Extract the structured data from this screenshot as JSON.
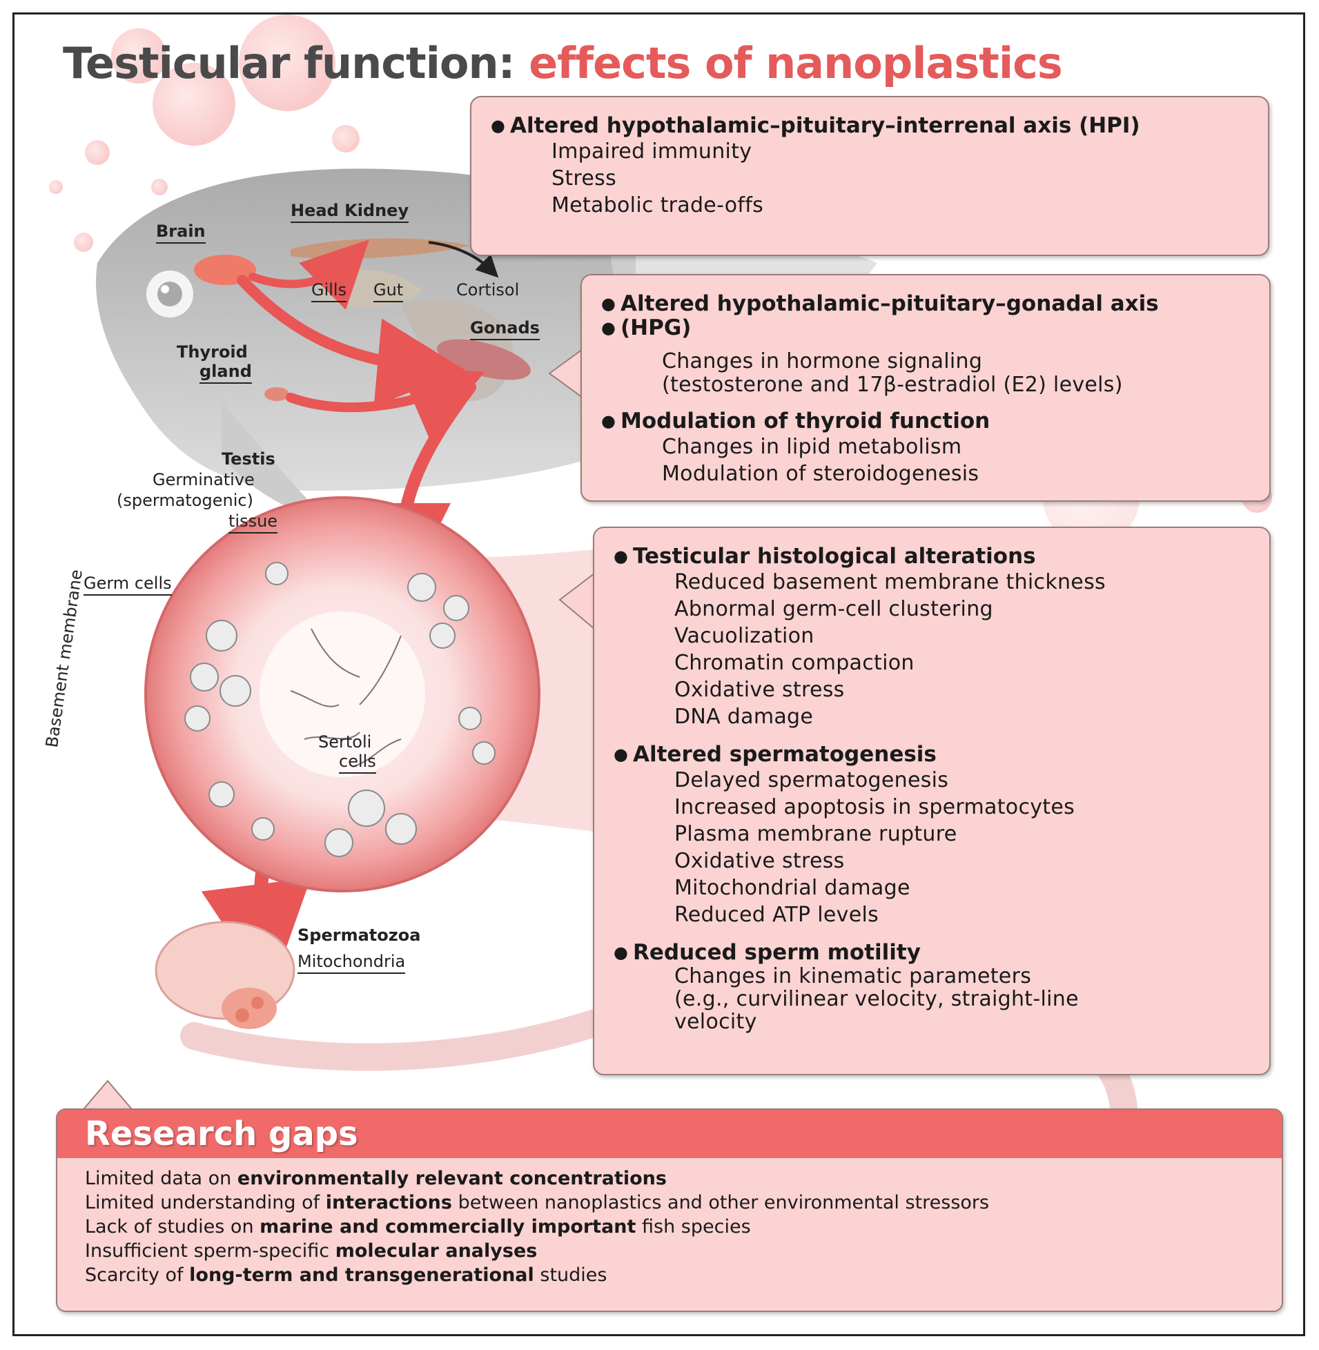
{
  "title": {
    "part1": "Testicular function:",
    "part2": "effects of nanoplastics"
  },
  "colors": {
    "accent": "#e55a5a",
    "box_fill": "#fbd3d3",
    "header_fill": "#f06a6a",
    "title_grey": "#4a4a4a"
  },
  "labels": {
    "brain": "Brain",
    "head_kidney": "Head Kidney",
    "gills": "Gills",
    "gut": "Gut",
    "cortisol": "Cortisol",
    "gonads": "Gonads",
    "thyroid1": "Thyroid",
    "thyroid2": "gland",
    "testis": "Testis",
    "germ1": "Germinative",
    "germ2": "(spermatogenic)",
    "germ3": "tissue",
    "germ_cells": "Germ cells",
    "basement": "Basement membrane",
    "sertoli1": "Sertoli",
    "sertoli2": "cells",
    "spermatozoa": "Spermatozoa",
    "mitochondria": "Mitochondria"
  },
  "box_hpi": {
    "heading": "Altered hypothalamic–pituitary–interrenal axis (HPI)",
    "items": [
      "Impaired immunity",
      "Stress",
      "Metabolic trade-offs"
    ]
  },
  "box_hpg": {
    "heading1": "Altered hypothalamic–pituitary–gonadal axis",
    "heading1b": "(HPG)",
    "items1": [
      "Changes in hormone signaling",
      "(testosterone and 17β-estradiol (E2) levels)"
    ],
    "heading2": "Modulation of thyroid function",
    "items2": [
      "Changes in lipid metabolism",
      "Modulation of steroidogenesis"
    ]
  },
  "box_testis": {
    "heading1": "Testicular histological alterations",
    "items1": [
      "Reduced basement membrane thickness",
      "Abnormal germ-cell clustering",
      "Vacuolization",
      "Chromatin compaction",
      "Oxidative stress",
      "DNA damage"
    ],
    "heading2": "Altered spermatogenesis",
    "items2": [
      "Delayed spermatogenesis",
      "Increased apoptosis in spermatocytes",
      "Plasma membrane rupture",
      "Oxidative stress",
      "Mitochondrial damage",
      "Reduced ATP levels"
    ],
    "heading3": "Reduced sperm motility",
    "items3": [
      "Changes in kinematic parameters",
      "(e.g., curvilinear velocity, straight-line",
      "velocity"
    ]
  },
  "research_gaps": {
    "heading": "Research gaps",
    "lines": [
      {
        "pre": "Limited data on ",
        "bold": "environmentally relevant concentrations",
        "post": ""
      },
      {
        "pre": "Limited understanding of ",
        "bold": "interactions",
        "post": " between nanoplastics and other environmental stressors"
      },
      {
        "pre": "Lack of studies on ",
        "bold": "marine and commercially important",
        "post": " fish species"
      },
      {
        "pre": "Insufficient sperm-specific ",
        "bold": "molecular analyses",
        "post": ""
      },
      {
        "pre": "Scarcity of ",
        "bold": "long-term and transgenerational",
        "post": " studies"
      }
    ]
  }
}
